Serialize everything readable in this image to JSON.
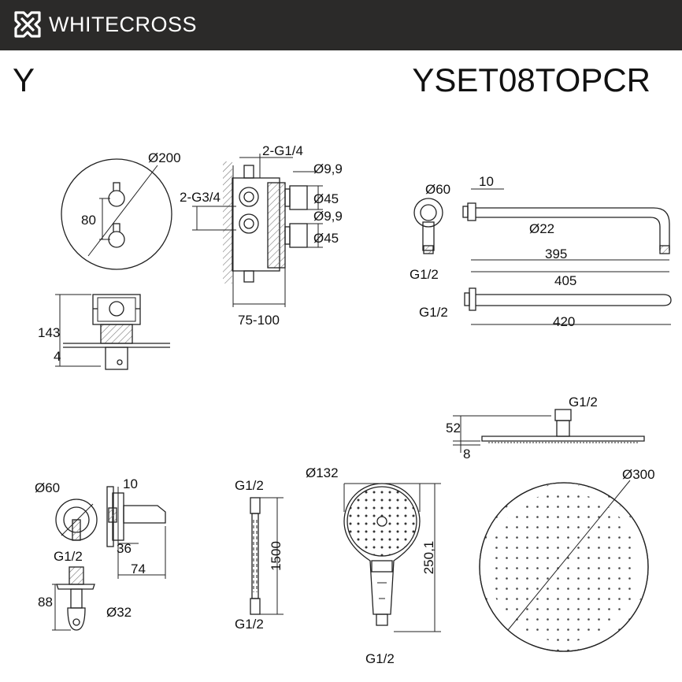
{
  "brand": {
    "name": "WHITECROSS",
    "logo_icon": "cross-logo-icon"
  },
  "header": {
    "series": "Y",
    "model": "YSET08TOPCR"
  },
  "mixer": {
    "front": {
      "diameter": "Ø200",
      "spacing": "80"
    },
    "side": {
      "height": "143",
      "plate": "4"
    },
    "box": {
      "top_outlet": "2-G1/4",
      "inlet": "2-G3/4",
      "knob_stem_1": "Ø9,9",
      "knob_1": "Ø45",
      "knob_stem_2": "Ø9,9",
      "knob_2": "Ø45",
      "depth": "75-100"
    }
  },
  "shower_arm": {
    "flange": "Ø60",
    "thread": "G1/2",
    "flange_depth": "10",
    "tube": "Ø22",
    "length_395": "395",
    "length_405": "405",
    "thread_2": "G1/2",
    "length_420": "420"
  },
  "overhead_shower": {
    "thread": "G1/2",
    "height": "52",
    "thickness": "8",
    "diameter": "Ø300"
  },
  "wall_outlet": {
    "flange": "Ø60",
    "depth": "10",
    "thread": "G1/2",
    "dim_36": "36",
    "dim_74": "74"
  },
  "holder": {
    "height": "88",
    "diameter": "Ø32"
  },
  "hose": {
    "thread_top": "G1/2",
    "length": "1500",
    "thread_bottom": "G1/2"
  },
  "hand_shower": {
    "diameter": "Ø132",
    "length": "250,1",
    "thread": "G1/2"
  }
}
